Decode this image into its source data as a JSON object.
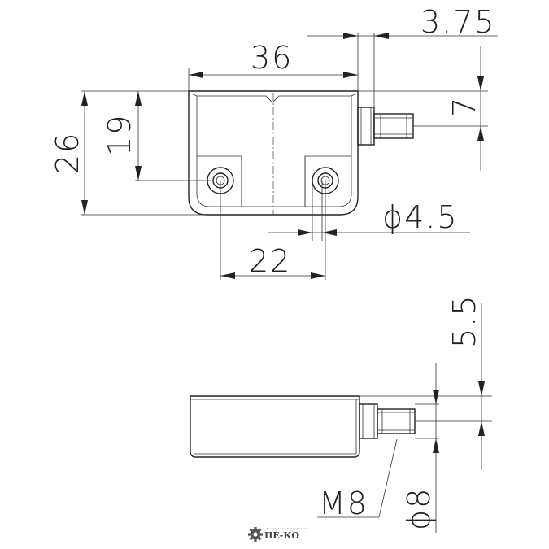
{
  "dimensions": {
    "width_36": "36",
    "offset_3_75": "3.75",
    "height_26": "26",
    "height_19": "19",
    "cable_7": "7",
    "hole_diameter": "ϕ4.5",
    "hole_spacing_22": "22",
    "side_5_5": "5.5",
    "thread_m8": "M8",
    "side_diameter_8": "ϕ8"
  },
  "logo": {
    "text": "ПЕ-КО",
    "tagline": "Ваш партнер в автоматизации"
  }
}
